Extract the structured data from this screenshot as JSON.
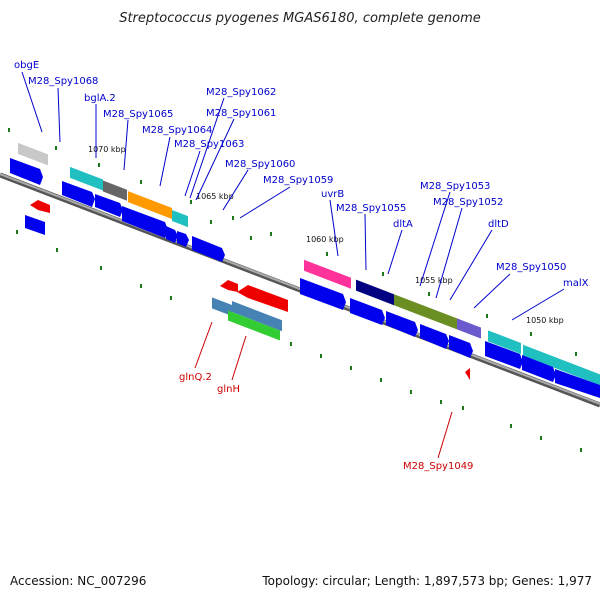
{
  "title": "Streptococcus pyogenes MGAS6180, complete genome",
  "footer": {
    "accession": "Accession: NC_007296",
    "info": "Topology: circular; Length: 1,897,573 bp; Genes: 1,977"
  },
  "ticks": [
    "1070 kbp",
    "1065 kbp",
    "1060 kbp",
    "1055 kbp",
    "1050 kbp"
  ],
  "colors": {
    "forward_label": "#0000cc",
    "reverse_label": "#cc0000",
    "backbone": "#888888",
    "gc_dots": "#1a7a1a"
  },
  "forward_labels": [
    "obgE",
    "M28_Spy1068",
    "bglA.2",
    "M28_Spy1065",
    "M28_Spy1064",
    "M28_Spy1063",
    "M28_Spy1062",
    "M28_Spy1061",
    "M28_Spy1060",
    "M28_Spy1059",
    "uvrB",
    "M28_Spy1055",
    "dltA",
    "M28_Spy1053",
    "M28_Spy1052",
    "dltD",
    "M28_Spy1050",
    "malX"
  ],
  "reverse_labels": [
    "glnQ.2",
    "glnH",
    "M28_Spy1049"
  ]
}
